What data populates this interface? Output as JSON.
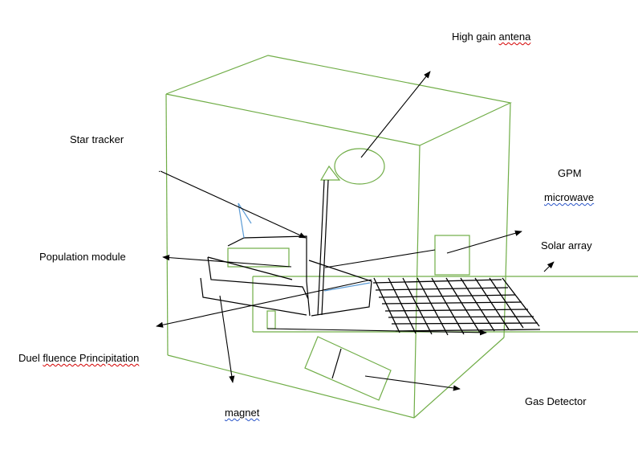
{
  "labels": {
    "high_gain_prefix": "High gain ",
    "high_gain_word": "antena",
    "star_tracker": "Star tracker",
    "gpm": "GPM",
    "microwave": "microwave",
    "solar_array": "Solar array",
    "population_module": "Population module",
    "duel_word": "Duel ",
    "fluence_word": "fluence",
    "principitation_word": " Principitation",
    "gas_detector": "Gas Detector",
    "magnet": "magnet"
  },
  "colors": {
    "frame": "#70ad47",
    "line": "#000000",
    "accent": "#5b9bd5",
    "spellcheck_red": "#d40000",
    "spellcheck_blue": "#2a55c8"
  }
}
